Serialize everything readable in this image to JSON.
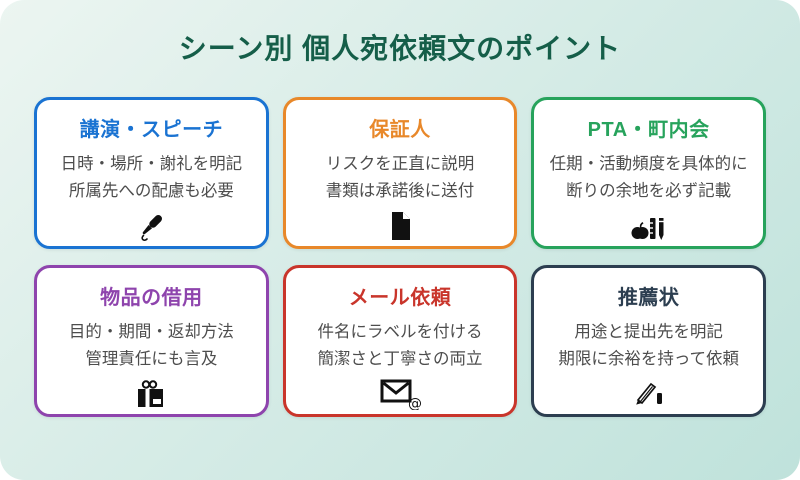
{
  "page": {
    "title": "シーン別 個人宛依頼文のポイント",
    "title_color": "#155e49",
    "background_gradient_start": "#ecf5f1",
    "background_gradient_end": "#bfe2db"
  },
  "cards": [
    {
      "title": "講演・スピーチ",
      "lines": [
        "日時・場所・謝礼を明記",
        "所属先への配慮も必要"
      ],
      "icon": "microphone-icon",
      "accent": "#1a73d2"
    },
    {
      "title": "保証人",
      "lines": [
        "リスクを正直に説明",
        "書類は承諾後に送付"
      ],
      "icon": "document-icon",
      "accent": "#e8882a"
    },
    {
      "title": "PTA・町内会",
      "lines": [
        "任期・活動頻度を具体的に",
        "断りの余地を必ず記載"
      ],
      "icon": "school-supplies-icon",
      "accent": "#27a35c"
    },
    {
      "title": "物品の借用",
      "lines": [
        "目的・期間・返却方法",
        "管理責任にも言及"
      ],
      "icon": "gift-icon",
      "accent": "#8e44ad"
    },
    {
      "title": "メール依頼",
      "lines": [
        "件名にラベルを付ける",
        "簡潔さと丁寧さの両立"
      ],
      "icon": "email-icon",
      "accent": "#c9352b"
    },
    {
      "title": "推薦状",
      "lines": [
        "用途と提出先を明記",
        "期限に余裕を持って依頼"
      ],
      "icon": "signature-pen-icon",
      "accent": "#2c3e50"
    }
  ],
  "body_text_color": "#4d4d4d",
  "icon_color": "#111111"
}
